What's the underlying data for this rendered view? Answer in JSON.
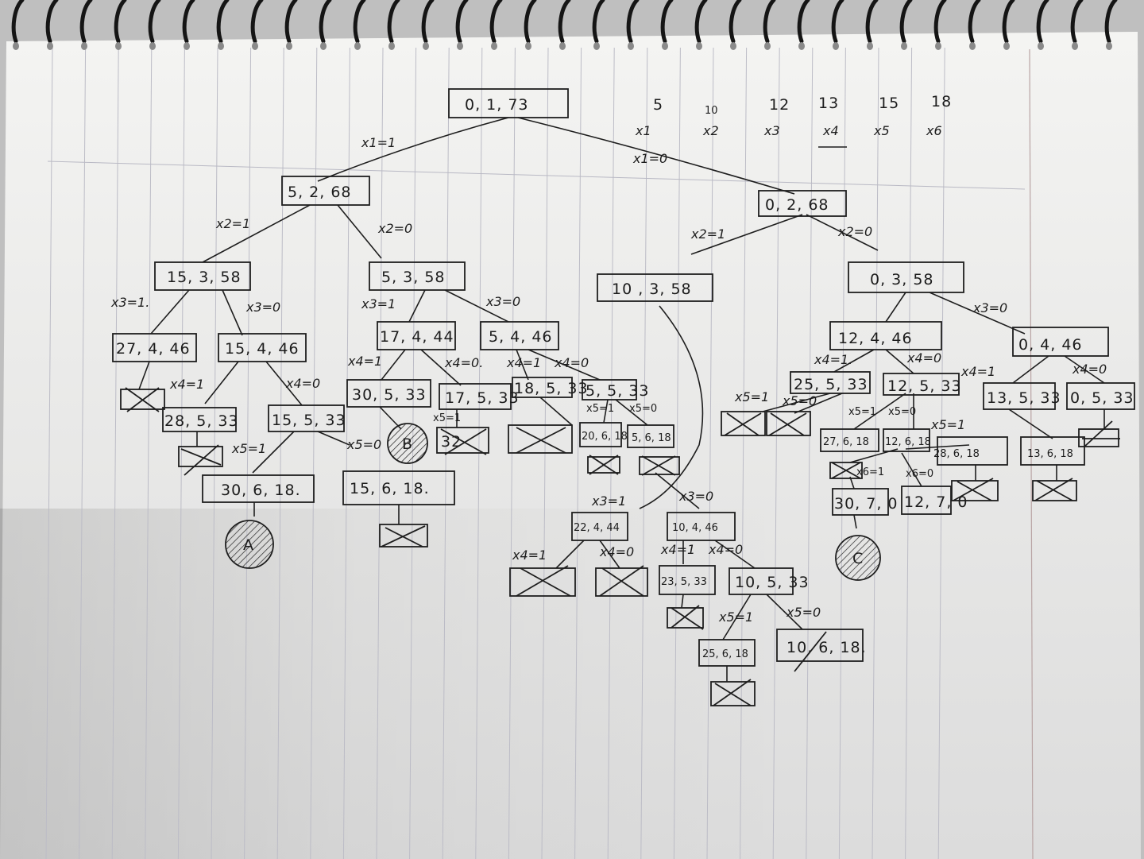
{
  "header": {
    "weights": [
      "5",
      "10",
      "12",
      "13",
      "15",
      "18"
    ],
    "variables": [
      "x1",
      "x2",
      "x3",
      "x4",
      "x5",
      "x6"
    ]
  },
  "nodes": {
    "root": "0, 1, 73",
    "n_5_2_68": "5, 2, 68",
    "n_0_2_68": "0, 2, 68",
    "n_15_3_58": "15, 3, 58",
    "n_5_3_58": "5, 3, 58",
    "n_10_3_58": "10 , 3, 58",
    "n_0_3_58": "0, 3, 58",
    "n_27_4_46": "27, 4, 46",
    "n_15_4_46": "15, 4, 46",
    "n_17_4_44": "17, 4, 44",
    "n_5_4_46": "5, 4, 46",
    "n_12_4_46": "12, 4, 46",
    "n_0_4_46": "0, 4, 46",
    "n_28_5_33": "28, 5, 33",
    "n_15_5_33": "15, 5, 33",
    "n_30_5_33": "30, 5, 33",
    "n_17_5_33": "17, 5, 33",
    "n_18_5_33": "18, 5, 33",
    "n_5_5_33": "5, 5, 33",
    "n_25_5_33": "25, 5, 33",
    "n_12_5_33": "12, 5, 33",
    "n_13_5_33": "13, 5, 33",
    "n_0_5_33": "0, 5, 33",
    "n_30_6_18": "30, 6, 18.",
    "n_15_6_18": "15, 6, 18.",
    "n_32": "32",
    "n_20_6_18": "20, 6, 18",
    "n_5_6_18": "5, 6, 18",
    "n_27_6_18": "27, 6, 18",
    "n_12_6_18": "12, 6, 18",
    "n_28_6_18": "28, 6, 18",
    "n_13_6_18": "13, 6, 18",
    "n_30_7_0": "30, 7, 0",
    "n_12_7_0": "12, 7, 0",
    "n_22_4_44": "22, 4, 44",
    "n_10_4_46": "10, 4, 46",
    "n_23_5_33": "23, 5, 33",
    "n_10_5_33": "10, 5, 33",
    "n_25_6_18": "25, 6, 18",
    "n_10_6_18": "10, 6, 18."
  },
  "edge_labels": {
    "x1_1": "x1=1",
    "x1_0": "x1=0",
    "x2_1_left": "x2=1",
    "x2_0_left": "x2=0",
    "x2_1_right": "x2=1",
    "x2_0_right": "x2=0",
    "x3_1_a": "x3=1.",
    "x3_0_a": "x3=0",
    "x3_1_b": "x3=1",
    "x3_0_b": "x3=0",
    "x3_0_c": "x3=0",
    "x3_1_mid": "x3=1",
    "x3_0_mid": "x3=0",
    "x4_1_a": "x4=1",
    "x4_0_a": "x4=0",
    "x4_1_b": "x4=1",
    "x4_0_b": "x4=0.",
    "x4_1_c": "x4=1",
    "x4_0_c": "x4=0",
    "x4_1_d": "x4=1.",
    "x4_0_d": "x4=0",
    "x4_1_e": "x4=1",
    "x4_0_e": "x4=0",
    "x4_1_f": "x4=1",
    "x4_0_f": "x4=0",
    "x4_1_g": "x4=1",
    "x4_0_g": "x4=0",
    "x5_1_a": "x5=1",
    "x5_0_a": "x5=0",
    "x5_1_b": "x5=1",
    "x5_1_c": "x5=1",
    "x5_0_c": "x5=0",
    "x5_1_d": "x5=1",
    "x5_0_d": "x5=0",
    "x5_1_e": "x5=1",
    "x5_0_e": "x5=0",
    "x5_1_f": "x5=1",
    "x5_1_g": "x5=1",
    "x5_0_g": "x5=0",
    "x6_1": "x6=1",
    "x6_0": "x6=0"
  },
  "solutions": {
    "A": "A",
    "B": "B",
    "C": "C"
  }
}
